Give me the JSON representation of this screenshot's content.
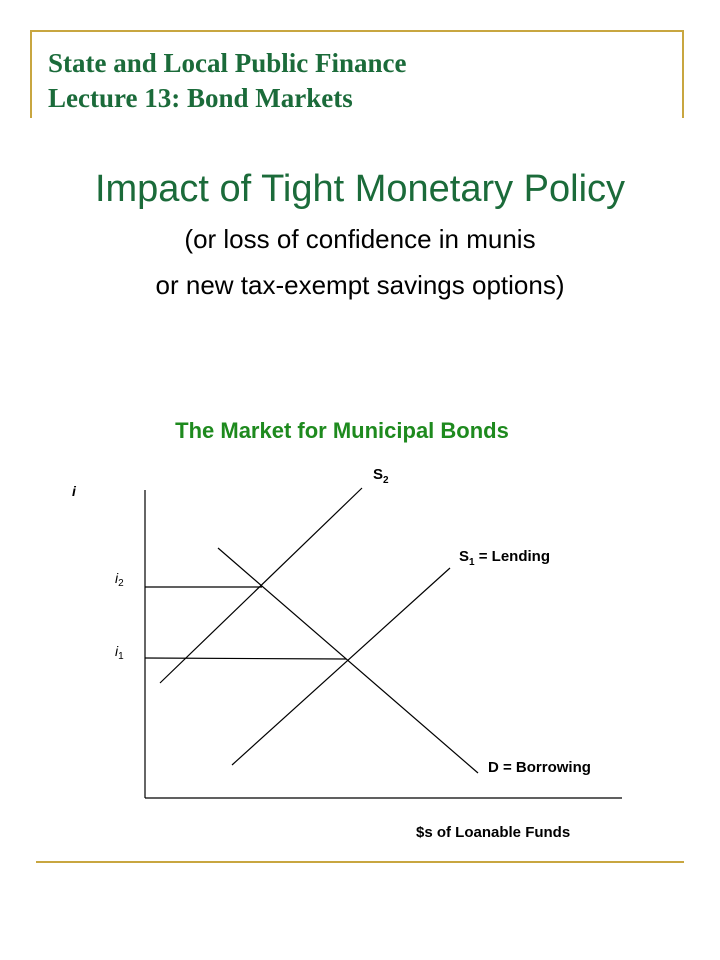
{
  "header": {
    "course": "State and Local Public Finance",
    "lecture": "Lecture 13:  Bond Markets"
  },
  "slide": {
    "title": "Impact of Tight Monetary Policy",
    "subtitle_line1": "(or loss of confidence in munis",
    "subtitle_line2": "or new tax-exempt savings options)"
  },
  "chart_data": {
    "type": "diagram",
    "title": "The Market for Municipal Bonds",
    "ylabel": "i",
    "xlabel": "$s of Loanable Funds",
    "curves": [
      {
        "name": "S1",
        "label_main": "S",
        "label_sub": "1",
        "label_rest": " = Lending"
      },
      {
        "name": "S2",
        "label_main": "S",
        "label_sub": "2",
        "label_rest": ""
      },
      {
        "name": "D",
        "label_main": "D = Borrowing",
        "label_sub": "",
        "label_rest": ""
      }
    ],
    "levels": [
      {
        "name": "i2",
        "label_main": "i",
        "label_sub": "2"
      },
      {
        "name": "i1",
        "label_main": "i",
        "label_sub": "1"
      }
    ]
  }
}
